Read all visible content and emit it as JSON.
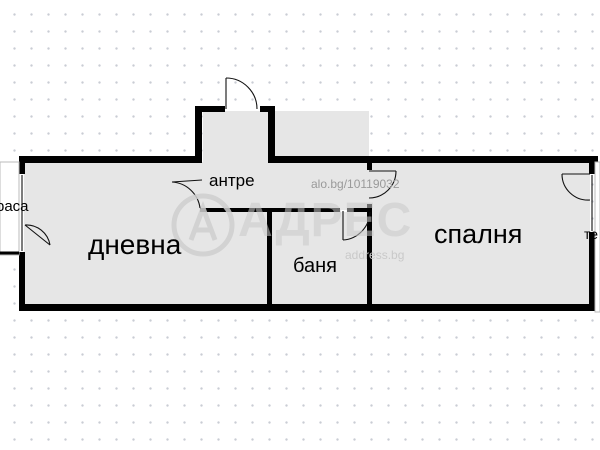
{
  "rooms": {
    "living": "дневна",
    "hall": "антре",
    "bath": "баня",
    "bedroom": "спалня",
    "terrace_left": "раса",
    "terrace_right": "те"
  },
  "watermark": {
    "id_text": "alo.bg/10119032",
    "logo_text": "АДРЕС",
    "site_text": "address.bg"
  },
  "colors": {
    "wall": "#000000",
    "floor": "#e6e6e6",
    "background": "#ffffff",
    "grid_dot": "#c9cdd4"
  }
}
